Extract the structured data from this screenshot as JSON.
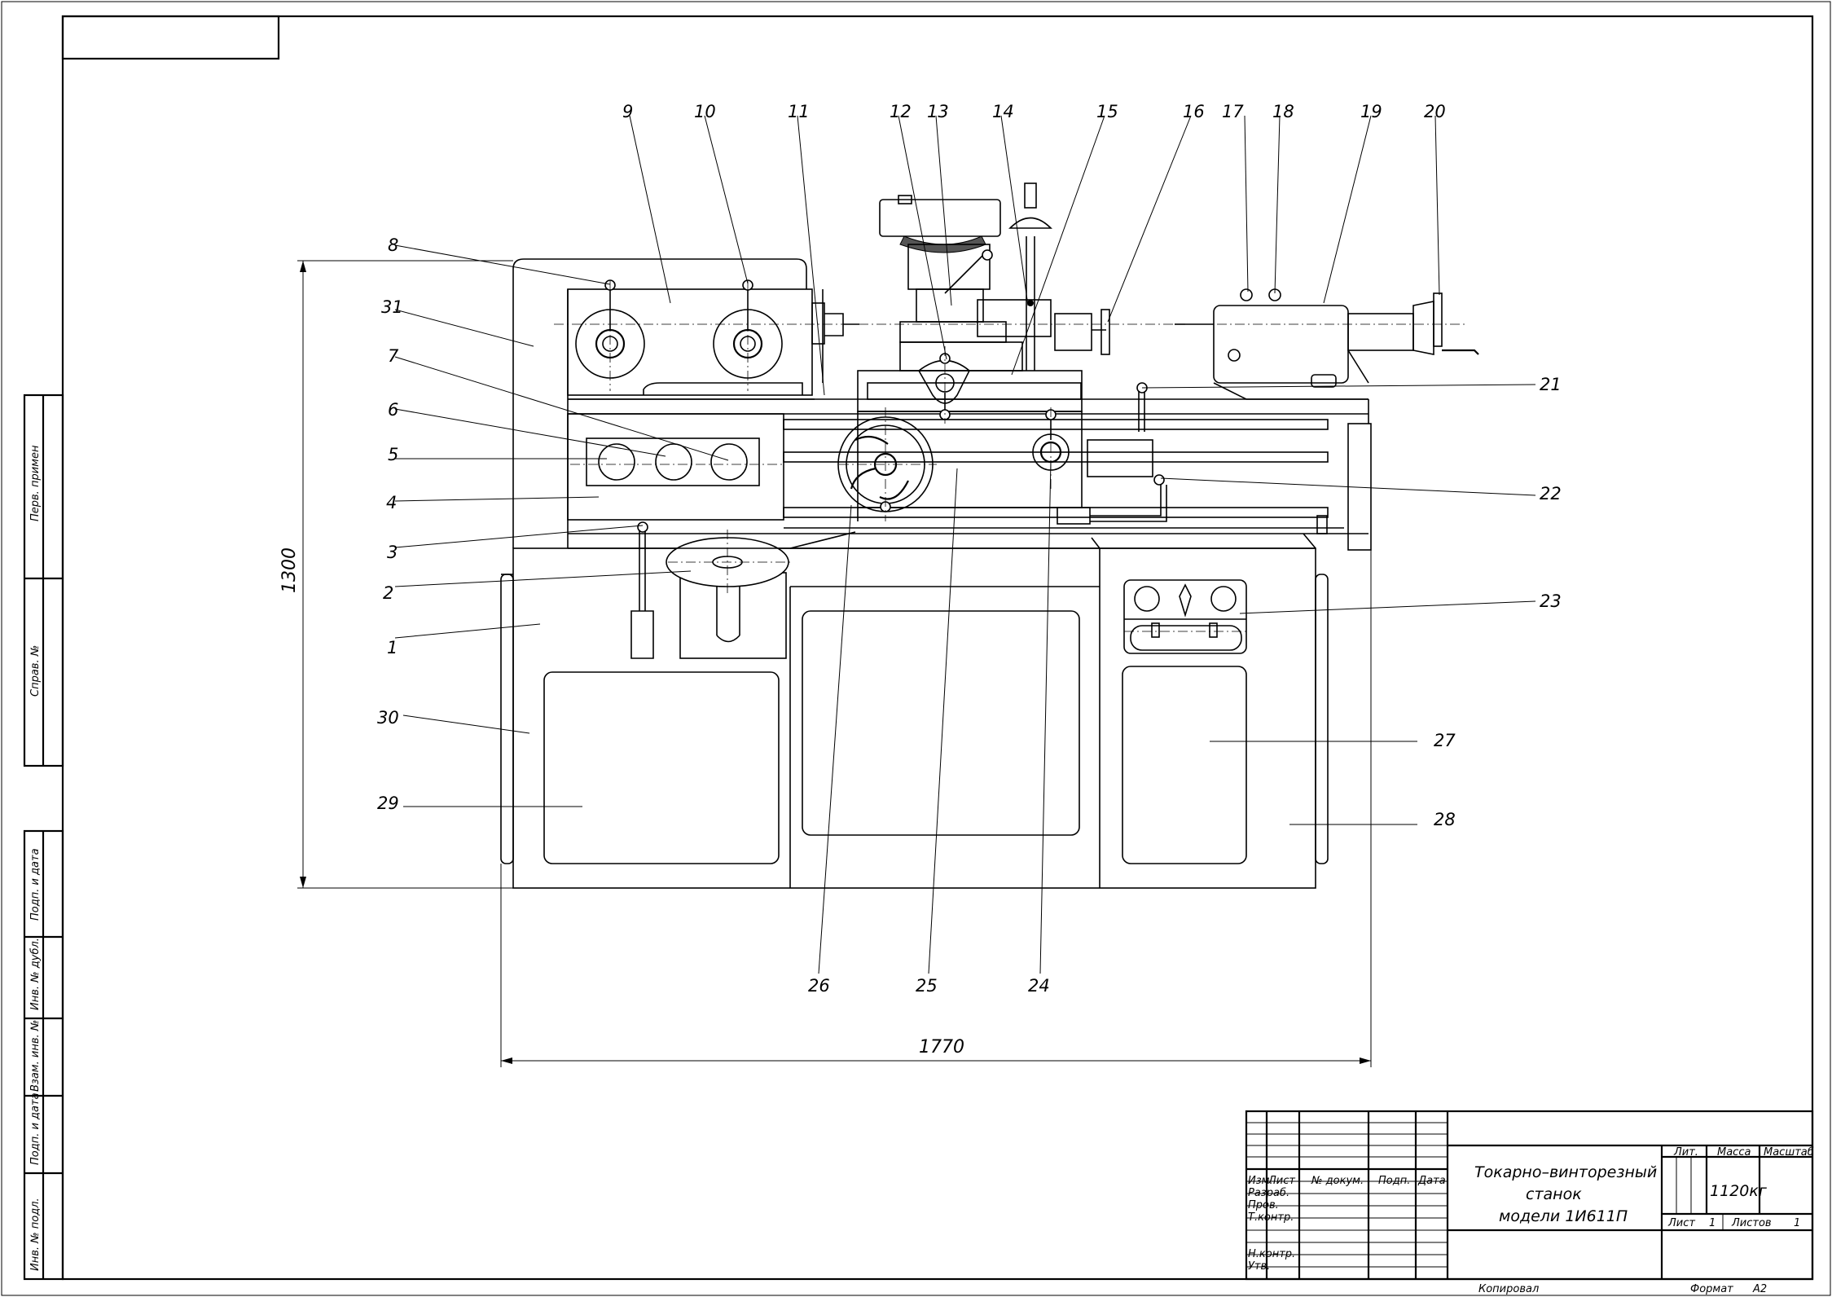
{
  "callouts": [
    "1",
    "2",
    "3",
    "4",
    "5",
    "6",
    "7",
    "8",
    "9",
    "10",
    "11",
    "12",
    "13",
    "14",
    "15",
    "16",
    "17",
    "18",
    "19",
    "20",
    "21",
    "22",
    "23",
    "24",
    "25",
    "26",
    "27",
    "28",
    "29",
    "30",
    "31"
  ],
  "dimensions": {
    "height": "1300",
    "width": "1770"
  },
  "side_stamp": {
    "perv_primen": "Перв. примен",
    "sprav_no": "Справ. №",
    "podp_data_1": "Подп. и дата",
    "inv_dubl": "Инв. № дубл.",
    "vzam_inv": "Взам. инв. №",
    "podp_data_2": "Подп. и дата",
    "inv_podl": "Инв. № подл."
  },
  "title_block": {
    "cols": {
      "izm": "Изм.",
      "list": "Лист",
      "dokum": "№ докум.",
      "podp": "Подп.",
      "data": "Дата"
    },
    "rows": {
      "razrab": "Разраб.",
      "prov": "Пров.",
      "tkontr": "Т.контр.",
      "nkontr": "Н.контр.",
      "utv": "Утв."
    },
    "title_line1": "Токарно–винторезный",
    "title_line2": "станок",
    "title_line3": "модели 1И611П",
    "lit": "Лит.",
    "massa_label": "Масса",
    "masshtab_label": "Масштаб",
    "massa_value": "1120кг",
    "list_label": "Лист",
    "list_value": "1",
    "listov_label": "Листов",
    "listov_value": "1",
    "kopiroval": "Копировал",
    "format_label": "Формат",
    "format_value": "А2"
  }
}
